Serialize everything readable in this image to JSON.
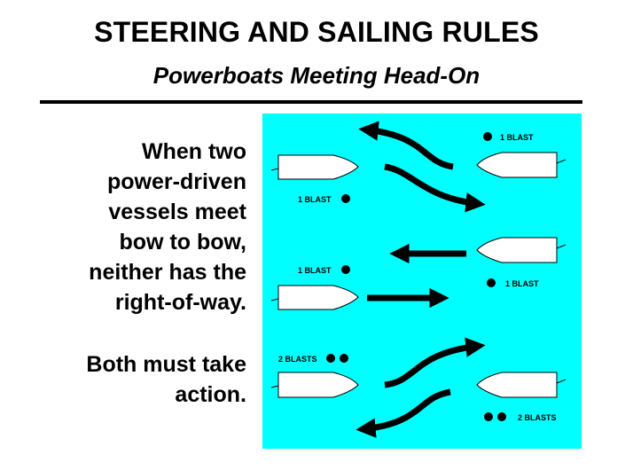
{
  "title": "STEERING AND SAILING RULES",
  "subtitle": "Powerboats Meeting Head-On",
  "paragraph1": [
    "When two",
    "power-driven",
    "vessels meet",
    "bow to bow,",
    "neither has the",
    "right-of-way."
  ],
  "paragraph2": [
    "Both must take",
    "action."
  ],
  "diagram": {
    "background_color": "#00ffff",
    "scenario1": {
      "right_boat_signal": "1 BLAST",
      "left_boat_signal": "1 BLAST"
    },
    "scenario2": {
      "left_boat_signal": "1 BLAST",
      "right_boat_signal": "1 BLAST"
    },
    "scenario3": {
      "left_boat_signal": "2 BLASTS",
      "right_boat_signal": "2 BLASTS"
    }
  }
}
